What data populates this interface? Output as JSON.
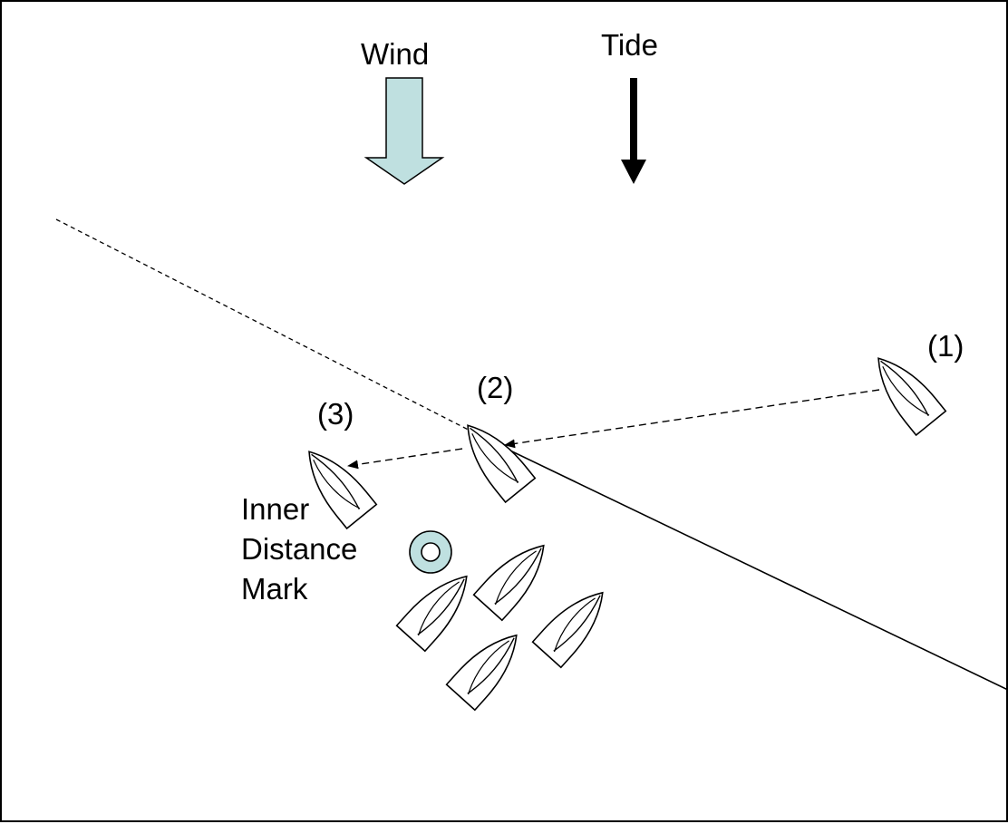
{
  "labels": {
    "wind": "Wind",
    "tide": "Tide",
    "position_1": "(1)",
    "position_2": "(2)",
    "position_3": "(3)",
    "mark_line1": "Inner",
    "mark_line2": "Distance",
    "mark_line3": "Mark"
  },
  "colors": {
    "wind_arrow_fill": "#bfe0e0",
    "mark_fill": "#bfe0e0",
    "ink": "#000000",
    "background": "#ffffff"
  },
  "icons": {
    "wind": "wind-arrow-icon",
    "tide": "tide-arrow-icon",
    "mark": "distance-mark-buoy-icon",
    "boat": "sailboat-icon"
  }
}
